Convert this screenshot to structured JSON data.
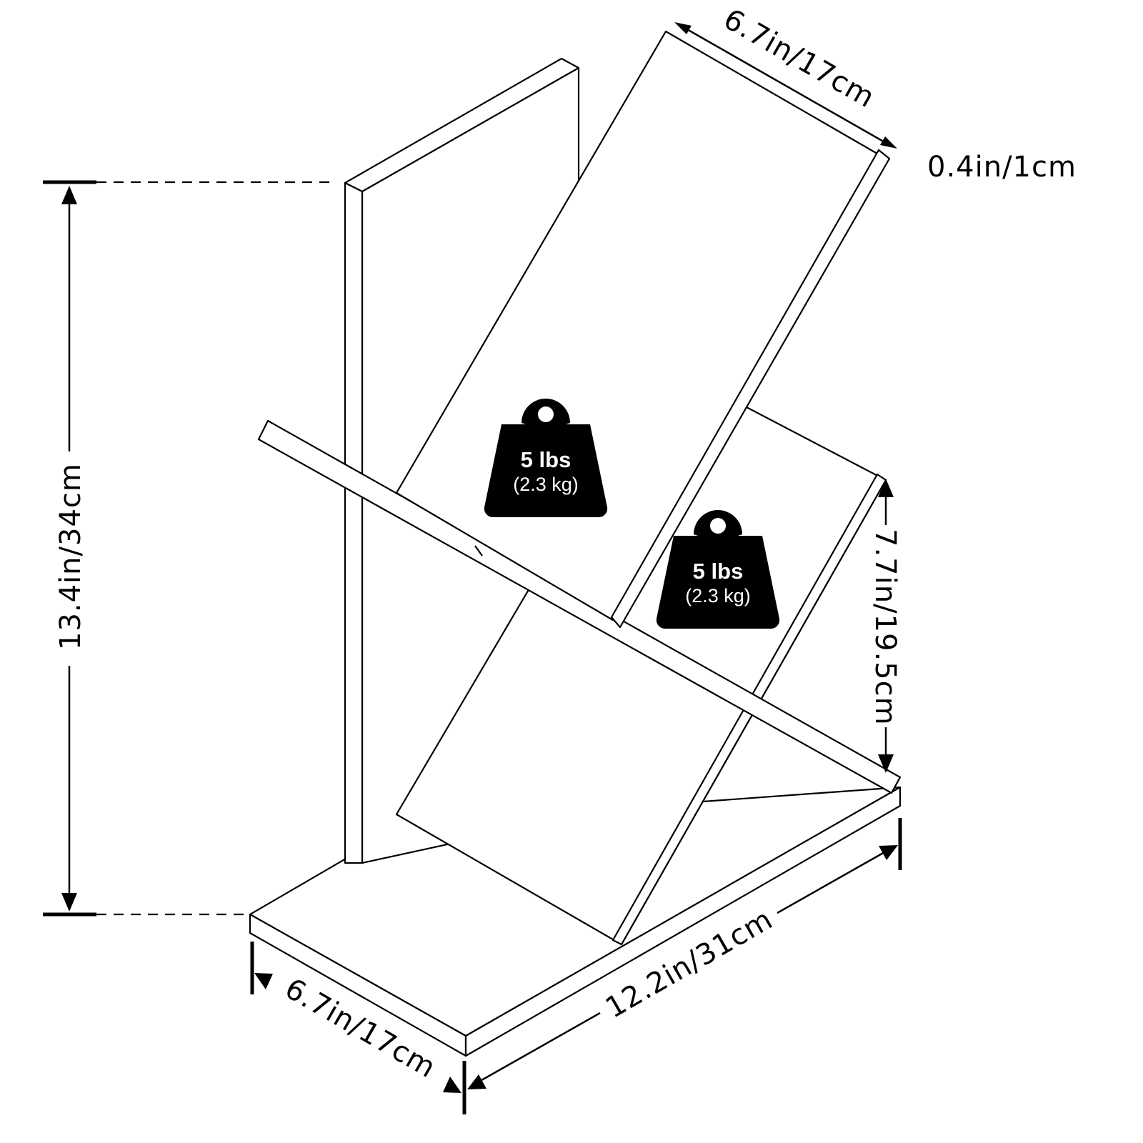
{
  "dimensions": {
    "top_width": "6.7in/17cm",
    "thickness": "0.4in/1cm",
    "height": "13.4in/34cm",
    "lower_height": "7.7in/19.5cm",
    "base_depth": "6.7in/17cm",
    "base_length": "12.2in/31cm"
  },
  "weights": [
    {
      "title": "5 lbs",
      "subtitle": "(2.3 kg)"
    },
    {
      "title": "5 lbs",
      "subtitle": "(2.3 kg)"
    }
  ],
  "colors": {
    "ink": "#000000",
    "paper": "#ffffff"
  }
}
